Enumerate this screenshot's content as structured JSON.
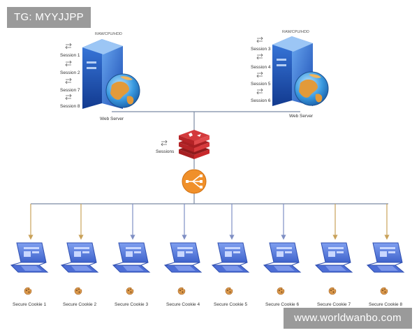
{
  "watermarks": {
    "top_left": "TG: MYYJJPP",
    "bottom_right": "www.worldwanbo.com"
  },
  "servers": [
    {
      "spec": "RAM/CPU/HDD",
      "label": "Web Server",
      "sessions": [
        "Session 1",
        "Session 2",
        "Session 7",
        "Session 8"
      ]
    },
    {
      "spec": "RAM/CPU/HDD",
      "label": "Web Server",
      "sessions": [
        "Session 3",
        "Session 4",
        "Session 5",
        "Session 6"
      ]
    }
  ],
  "session_store": {
    "label": "Sessions"
  },
  "clients": [
    {
      "label": "Secure Cookie 1",
      "line_color": "#c9a25a"
    },
    {
      "label": "Secure Cookie 2",
      "line_color": "#c9a25a"
    },
    {
      "label": "Secure Cookie 3",
      "line_color": "#7f8fc4"
    },
    {
      "label": "Secure Cookie 4",
      "line_color": "#7f8fc4"
    },
    {
      "label": "Secure Cookie 5",
      "line_color": "#7f8fc4"
    },
    {
      "label": "Secure Cookie 6",
      "line_color": "#7f8fc4"
    },
    {
      "label": "Secure Cookie 7",
      "line_color": "#c9a25a"
    },
    {
      "label": "Secure Cookie 8",
      "line_color": "#c9a25a"
    }
  ],
  "colors": {
    "server_blue": "#2f6fd0",
    "redis_red": "#c8282b",
    "balancer_orange": "#f0902a",
    "laptop_blue": "#5a7ee0",
    "connector_gray": "#7b8aa3"
  }
}
